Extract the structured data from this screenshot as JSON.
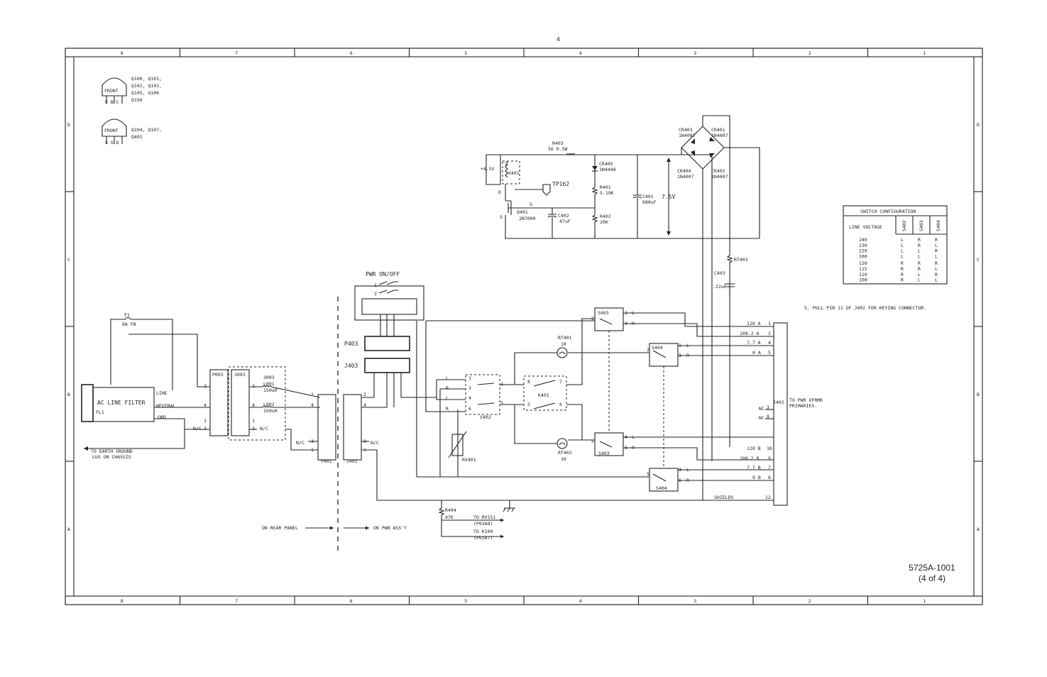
{
  "top_mark": "4",
  "columns": [
    "8",
    "7",
    "6",
    "5",
    "4",
    "3",
    "2",
    "1"
  ],
  "rows": [
    "D",
    "C",
    "B",
    "A"
  ],
  "transistor_pinouts": [
    {
      "label": "FRONT",
      "pins": "E B C",
      "parts": [
        "Q100, Q101,",
        "Q102, Q103,",
        "Q105, Q106",
        "Q150"
      ]
    },
    {
      "label": "FRONT",
      "pins": "S G D",
      "parts": [
        "Q104, Q107,",
        "Q401"
      ]
    }
  ],
  "switch_config": {
    "title": "SWITCH CONFIGURATION",
    "header": "LINE VOLTAGE",
    "switches": [
      "S402",
      "S403",
      "S404"
    ],
    "rows": [
      {
        "v": "240",
        "s": [
          "L",
          "R",
          "R"
        ]
      },
      {
        "v": "230",
        "s": [
          "L",
          "R",
          "L"
        ]
      },
      {
        "v": "220",
        "s": [
          "L",
          "L",
          "R"
        ]
      },
      {
        "v": "200",
        "s": [
          "L",
          "L",
          "L"
        ]
      },
      {
        "v": "120",
        "s": [
          "R",
          "R",
          "R"
        ]
      },
      {
        "v": "115",
        "s": [
          "R",
          "R",
          "L"
        ]
      },
      {
        "v": "110",
        "s": [
          "R",
          "L",
          "R"
        ]
      },
      {
        "v": "100",
        "s": [
          "R",
          "L",
          "L"
        ]
      }
    ]
  },
  "note": "5.    PULL PIN 11 OF J402 FOR KEYING CONNECTOR.",
  "drawing_number": "5725A-1001",
  "sheet": "(4 of 4)",
  "labels": {
    "ac_filter": "AC LINE FILTER",
    "fl1": "FL1",
    "line": "LINE",
    "neutral": "NEUTRAL",
    "gnd": "GND",
    "f1": "F1",
    "f1_value": "8A FB",
    "earth1": "TO EARTH GROUND",
    "earth2": "LUG ON CHASSIS",
    "p003": "P003",
    "j003": "J003",
    "l003": "3003",
    "l001": "L001",
    "l001_val": "150uH",
    "l002": "L002",
    "l002_val": "150uH",
    "nc": "N/C",
    "p401": "P401",
    "j401": "J401",
    "pwr": "PWR ON/OFF",
    "p403": "P403",
    "j403": "J403",
    "rear": "ON REAR PANEL",
    "pwb": "ON PWB ASS'Y",
    "s402": "S402",
    "s403": "S403",
    "s404": "S404",
    "k401": "K401",
    "rt401": "RT401",
    "rt401_val": "10",
    "rt402": "RT402",
    "rt402_val": "10",
    "rv401": "RV401",
    "r404": "R404",
    "r404_val": "47K",
    "to_rv151": "TO RV151",
    "to_rv151b": "(P63A8)",
    "to_k100": "TO K100",
    "to_k100b": "(P61A7)",
    "shields": "SHIELDS",
    "j402": "J402",
    "xfmr1": "TO PWR XFRMR",
    "xfmr2": "PRIMARIES.",
    "r403": "R403",
    "r403_val": "56 0.5W",
    "cr405": "CR405",
    "cr405_val": "1N4448",
    "r401": "R401",
    "r401_val": "5.19K",
    "r402": "R402",
    "r402_val": "20K",
    "c401": "C401",
    "c401_val": "680uF",
    "c402": "C402",
    "c402_val": "47uF",
    "q401": "Q401",
    "q401_val": "2N7000",
    "tp162": "TP162",
    "v45": "+4.5V",
    "v75": "7.5V",
    "cr403": "CR403",
    "cr401": "CR401",
    "cr404": "CR404",
    "cr402": "CR402",
    "diode": "1N4007",
    "rt403": "RT403",
    "c403": "C403",
    "c403_val": ".22uF"
  },
  "j402_pins": [
    {
      "label": "120 A",
      "pin": "1"
    },
    {
      "label": "108.2 A",
      "pin": "2"
    },
    {
      "label": "7.7 A",
      "pin": "4"
    },
    {
      "label": "0 A",
      "pin": "5"
    },
    {
      "label": "120 B",
      "pin": "10"
    },
    {
      "label": "108.2 B",
      "pin": "9"
    },
    {
      "label": "7.7 B",
      "pin": "7"
    },
    {
      "label": "0 B",
      "pin": "6"
    }
  ]
}
